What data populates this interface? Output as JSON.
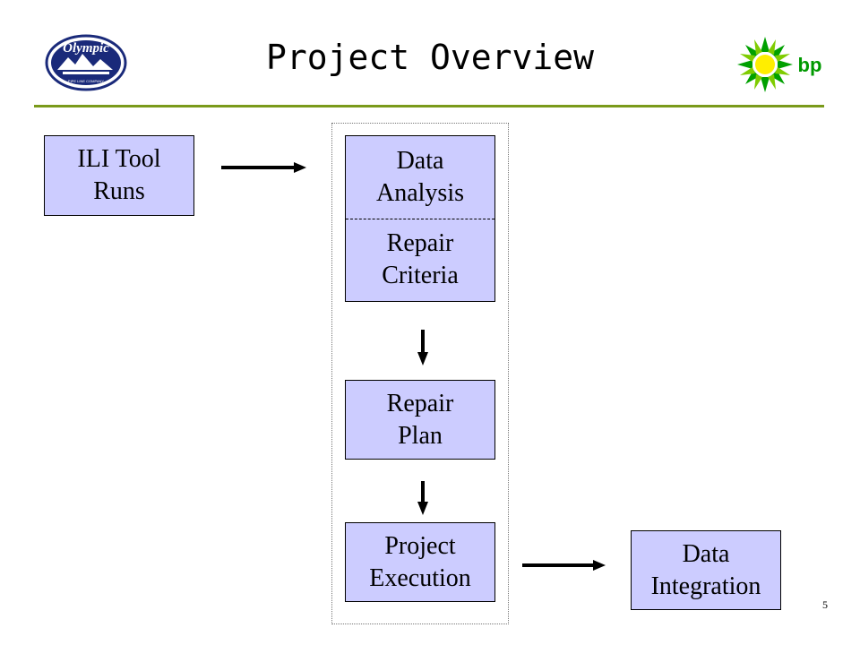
{
  "header": {
    "title": "Project Overview",
    "left_logo_text": "Olympic",
    "left_logo_subtext": "PIPE LINE COMPANY",
    "right_logo_text": "bp"
  },
  "colors": {
    "box_fill": "#ccccff",
    "rule": "#7a9a1a",
    "bp_green": "#009900",
    "bp_yellow": "#ffee00",
    "olympic_navy": "#1a2a7a"
  },
  "diagram": {
    "ili_tool_runs": [
      "ILI Tool",
      "Runs"
    ],
    "data_analysis": [
      "Data",
      "Analysis"
    ],
    "repair_criteria": [
      "Repair",
      "Criteria"
    ],
    "repair_plan": [
      "Repair",
      "Plan"
    ],
    "project_execution": [
      "Project",
      "Execution"
    ],
    "data_integration": [
      "Data",
      "Integration"
    ]
  },
  "footer": {
    "page_number": "5"
  }
}
